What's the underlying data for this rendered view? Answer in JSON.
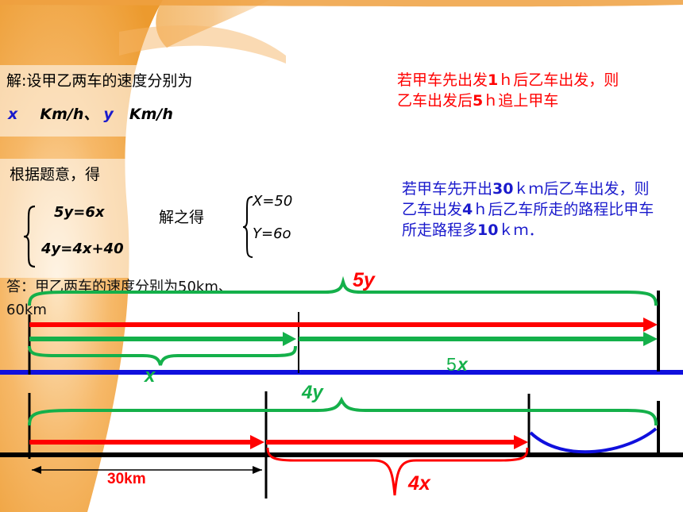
{
  "solution": {
    "intro": "解:设甲乙两车的速度分别为",
    "var_x": "x",
    "unit_x": "Km/h、",
    "var_y": "y",
    "unit_y": "Km/h",
    "setup": "根据题意，得",
    "eq1": "5y=6x",
    "eq2": "4y=4x+40",
    "solve_label": "解之得",
    "sol_x": "X=50",
    "sol_y": "Y=6o",
    "answer_line1": "答：甲乙两车的速度分别为50km、",
    "answer_line2": "60km"
  },
  "condition1": {
    "p1": "若甲车先出发",
    "n1": "1",
    "p2": "ｈ后乙车出发，则乙车出发后",
    "n2": "5",
    "p3": "ｈ追上甲车"
  },
  "condition2": {
    "p1": "若甲车先开出",
    "n1": "30",
    "p2": "ｋｍ后乙车出发，则乙车出发",
    "n2": "4",
    "p3": "ｈ后乙车所走的路程比甲车所走路程多",
    "n3": "10",
    "p4": "ｋｍ．"
  },
  "diagram": {
    "label_5y": "5y",
    "label_x": "x",
    "label_5x_num": "5",
    "label_5x_var": "x",
    "label_4y": "4y",
    "label_30km": "30km",
    "label_4x": "4x"
  },
  "colors": {
    "red": "#ff0000",
    "green": "#14b04a",
    "blue": "#1010dd",
    "black": "#000000",
    "background_orange": "#f0a030"
  }
}
